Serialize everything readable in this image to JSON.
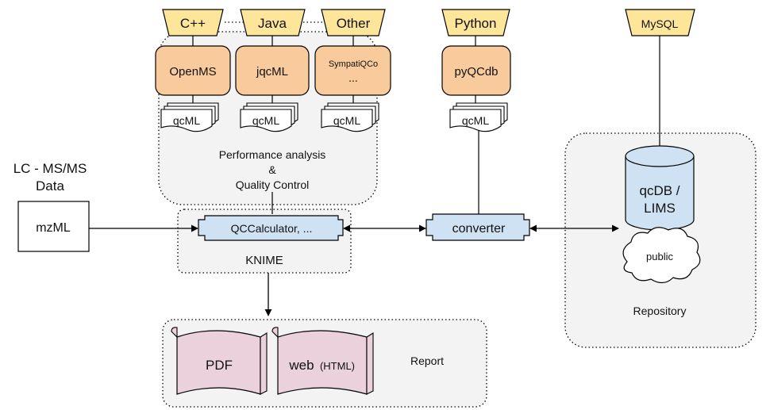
{
  "languages": {
    "cpp": "C++",
    "java": "Java",
    "other": "Other",
    "python": "Python",
    "mysql": "MySQL"
  },
  "tools": {
    "openms": "OpenMS",
    "jqcml": "jqcML",
    "sympatiqco": "SympatiQCo",
    "sympatiqco_more": "...",
    "pyqcdb": "pyQCdb"
  },
  "documents": {
    "qcml": "qcML"
  },
  "analysis": {
    "line1": "Performance analysis",
    "line2": "&",
    "line3": "Quality Control"
  },
  "input": {
    "title_line1": "LC - MS/MS",
    "title_line2": "Data",
    "file": "mzML"
  },
  "knime": {
    "node": "QCCalculator, ...",
    "label": "KNIME"
  },
  "converter": {
    "label": "converter"
  },
  "repository": {
    "db_line1": "qcDB /",
    "db_line2": "LIMS",
    "cloud": "public",
    "label": "Repository"
  },
  "report": {
    "pdf": "PDF",
    "web": "web",
    "web_small": "(HTML)",
    "label": "Report"
  },
  "colors": {
    "language_fill": "#fde59a",
    "tool_fill": "#f9cb9c",
    "node_fill": "#cfe2f3",
    "report_fill": "#ead1dc",
    "group_fill": "#f3f3f3",
    "stroke": "#000000"
  }
}
